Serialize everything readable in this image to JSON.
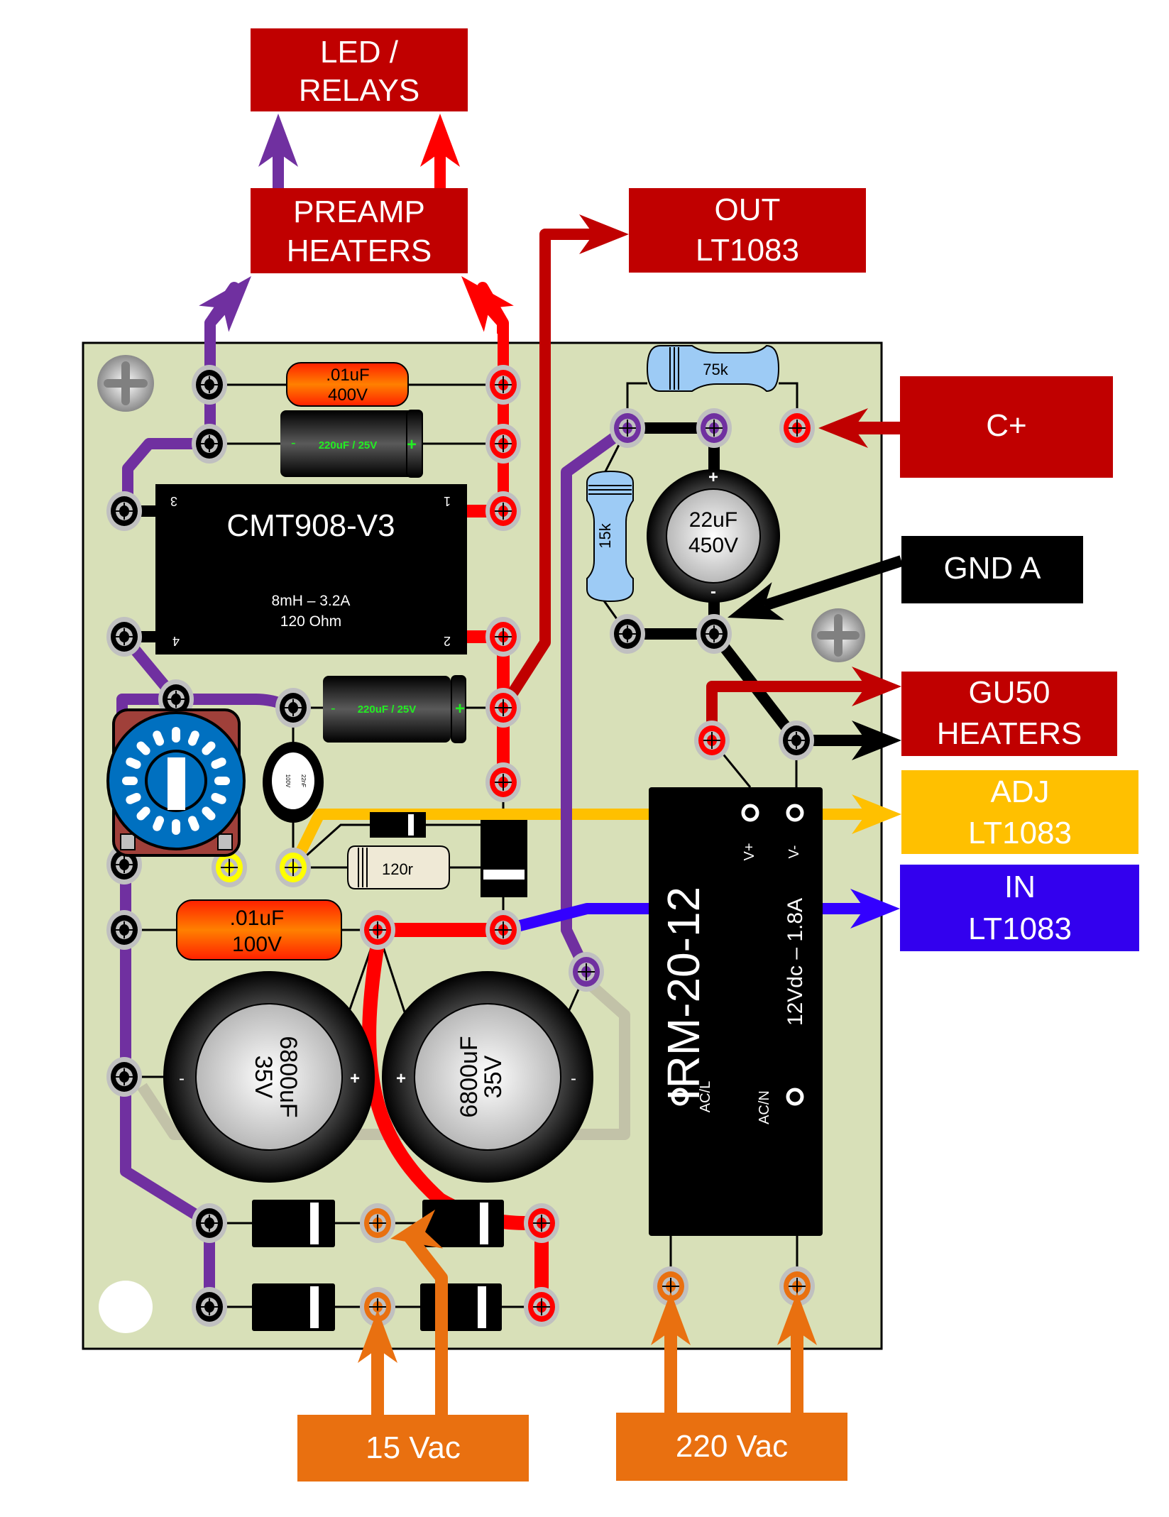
{
  "title": "Power supply PCB layout",
  "colors": {
    "board": "#d8e0b8",
    "label_red": "#c00000",
    "trace_red": "#ff0000",
    "trace_darkred": "#c00000",
    "trace_purple": "#7030a0",
    "trace_black": "#000000",
    "trace_yellow": "#ffc000",
    "trace_blue": "#3300ff",
    "trace_orange": "#e97010",
    "label_yellow": "#ffc000",
    "label_blue": "#3300ee",
    "label_orange": "#e97010"
  },
  "labels": {
    "led_relays": [
      "LED /",
      "RELAYS"
    ],
    "preamp_heaters": [
      "PREAMP",
      "HEATERS"
    ],
    "out_lt1083": [
      "OUT",
      "LT1083"
    ],
    "c_plus": "C+",
    "gnd_a": "GND A",
    "gu50_heaters": [
      "GU50",
      "HEATERS"
    ],
    "adj_lt1083": [
      "ADJ",
      "LT1083"
    ],
    "in_lt1083": [
      "IN",
      "LT1083"
    ],
    "vac_15": "15 Vac",
    "vac_220": "220 Vac"
  },
  "components": {
    "cap_film_top": [
      ".01uF",
      "400V"
    ],
    "cap_elec_top": "220uF / 25V",
    "cap_elec_mid": "220uF / 25V",
    "choke": {
      "name": "CMT908-V3",
      "spec1": "8mH – 3.2A",
      "spec2": "120 Ohm",
      "pins": [
        "3",
        "1",
        "4",
        "2"
      ]
    },
    "cap_disc": [
      "22nF",
      "100V"
    ],
    "res_120": "120r",
    "cap_film_bottom": [
      ".01uF",
      "100V"
    ],
    "cap_big_left": [
      "6800uF",
      "35V"
    ],
    "cap_big_right": [
      "6800uF",
      "35V"
    ],
    "res_75k": "75k",
    "res_15k": "15k",
    "cap_hv": [
      "22uF",
      "450V"
    ],
    "smps": {
      "name": "IRM-20-12",
      "spec": "12Vdc – 1.8A",
      "pins": [
        "V+",
        "V-",
        "AC/L",
        "AC/N"
      ]
    },
    "polarity": {
      "plus": "+",
      "minus": "-"
    }
  }
}
